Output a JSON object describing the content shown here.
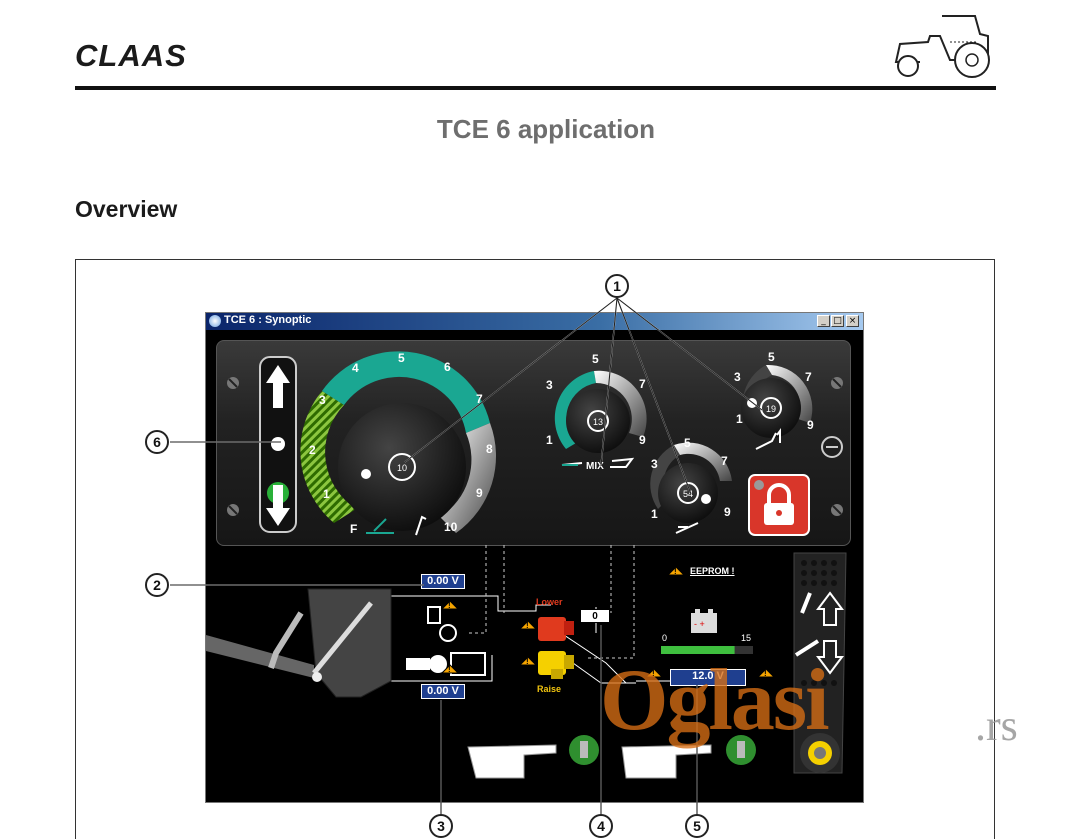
{
  "header": {
    "brand": "CLAAS",
    "title": "TCE 6 application",
    "section": "Overview"
  },
  "window": {
    "title": "TCE 6 : Synoptic",
    "min_glyph": "_",
    "max_glyph": "□",
    "close_glyph": "×"
  },
  "dials": {
    "main": {
      "ticks": [
        "1",
        "2",
        "3",
        "4",
        "5",
        "6",
        "7",
        "8",
        "9",
        "10"
      ],
      "value": "10",
      "left_label": "F"
    },
    "mix": {
      "ticks": [
        "1",
        "3",
        "5",
        "7",
        "9"
      ],
      "value": "13",
      "label": "MIX"
    },
    "slip": {
      "ticks": [
        "1",
        "3",
        "5",
        "7",
        "9"
      ],
      "value": "54"
    },
    "top_right": {
      "ticks": [
        "1",
        "3",
        "5",
        "7",
        "9"
      ],
      "value": "19"
    }
  },
  "synoptic": {
    "voltage_top": "0.00 V",
    "voltage_bottom": "0.00 V",
    "voltage_right": "12.0 V",
    "lower_label": "Lower",
    "raise_label": "Raise",
    "counter": "0",
    "eeprom": "EEPROM !",
    "battery_min": "0",
    "battery_max": "15",
    "battery_level": 0.8
  },
  "callouts": [
    "1",
    "2",
    "3",
    "4",
    "5",
    "6"
  ],
  "watermark": {
    "main": "Oglasi",
    "suffix": ".rs"
  },
  "colors": {
    "teal": "#1aa792",
    "green_stripe": "#7ab800",
    "red": "#d9362a",
    "yellow": "#f5d000",
    "blue_display": "#1f3f8f"
  }
}
